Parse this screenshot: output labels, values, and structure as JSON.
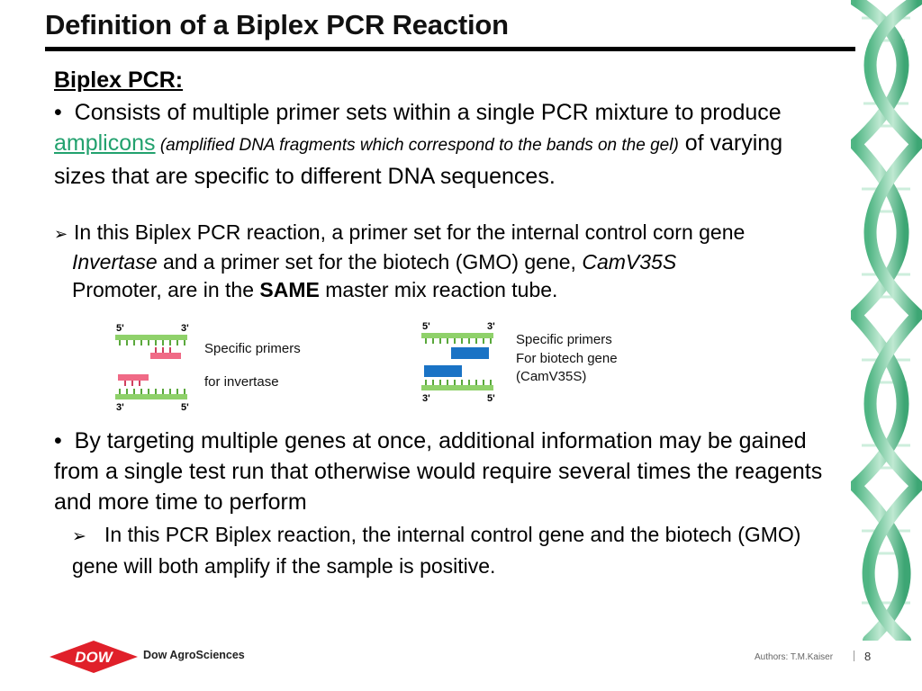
{
  "title": "Definition of a Biplex PCR Reaction",
  "heading": "Biplex  PCR:",
  "para1": {
    "bullet": "•",
    "text_a": "Consists of multiple primer  sets within a single PCR mixture to produce ",
    "link": "amplicons",
    "italic": " (amplified DNA fragments which correspond to the bands on the gel)",
    "text_b": " of varying sizes that are specific to different DNA sequences."
  },
  "para2": {
    "arrow": "➢",
    "text_a": "In this Biplex PCR reaction, a primer set for the internal control  corn gene",
    "ital1": "Invertase",
    "text_b": " and a primer set for the biotech (GMO) gene,  ",
    "ital2": "CamV35S",
    "text_c": "Promoter, are in the ",
    "bold": "SAME",
    "text_d": " master mix reaction tube."
  },
  "figure_left": {
    "five_top": "5'",
    "three_top": "3'",
    "three_bot": "3'",
    "five_bot": "5'",
    "label1": "Specific primers",
    "label2": "for invertase"
  },
  "figure_right": {
    "five_top": "5'",
    "three_top": "3'",
    "three_bot": "3'",
    "five_bot": "5'",
    "label1": "Specific primers",
    "label2": "For biotech gene",
    "label3": "(CamV35S)"
  },
  "para3": {
    "bullet": "•",
    "text": "By targeting multiple genes at once, additional information may be gained from a single test run that otherwise would require several times the reagents and more time to perform"
  },
  "para4": {
    "arrow": "➢",
    "text": "In this PCR Biplex reaction, the internal control gene and the biotech (GMO) gene will both amplify if the sample is positive."
  },
  "footer": {
    "logo_word": "DOW",
    "company": "Dow AgroSciences",
    "author": "Authors: T.M.Kaiser",
    "page": "8"
  },
  "colors": {
    "green_link": "#22a16e",
    "strand_green": "#8fd16a",
    "primer_red": "#f06a86",
    "primer_blue": "#1a73c5",
    "dow_red": "#e0202a",
    "helix_green": "#7fcfa4"
  }
}
